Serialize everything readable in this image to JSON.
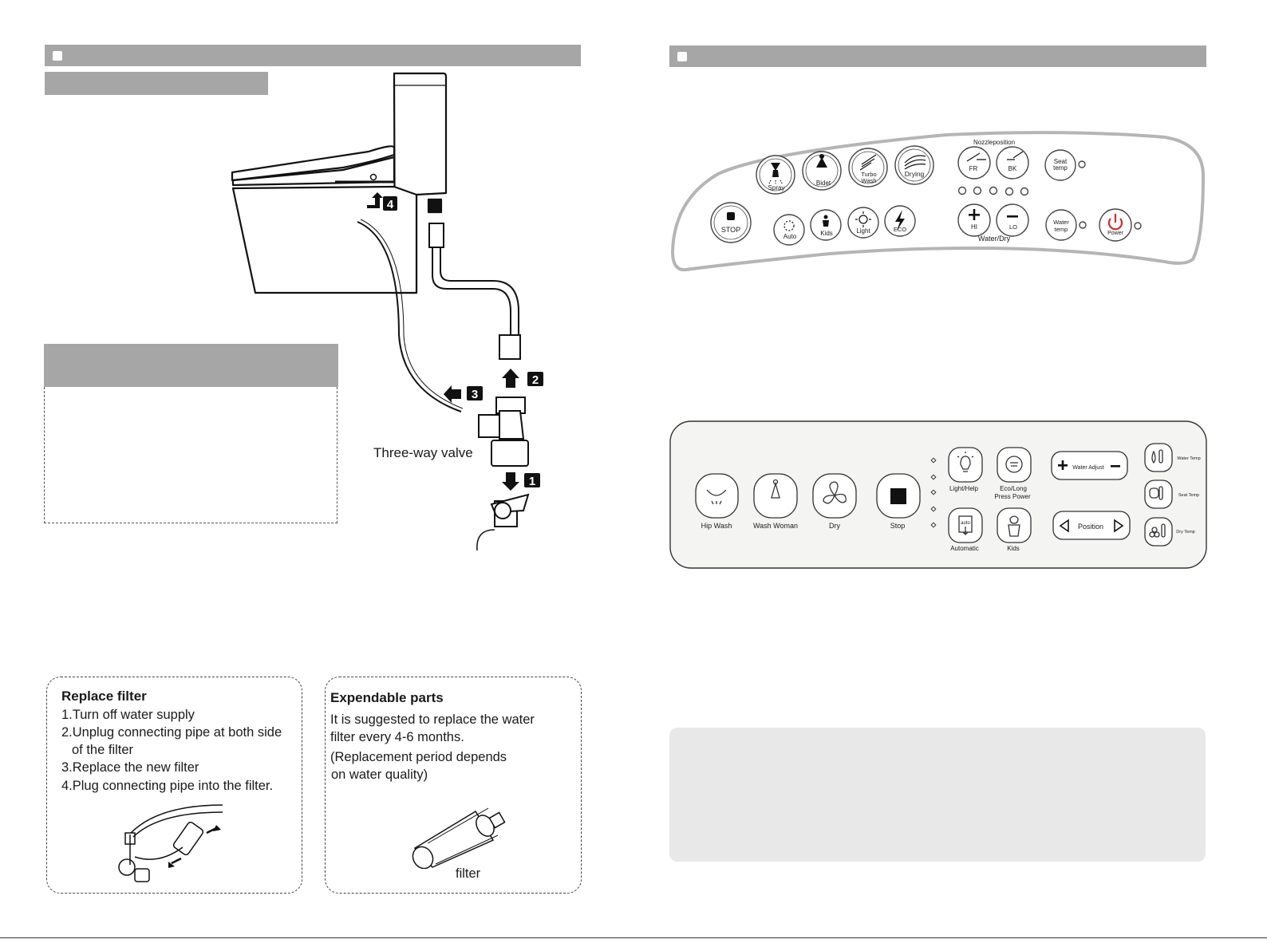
{
  "left": {
    "diagram": {
      "valve_label": "Three-way valve",
      "steps": [
        "1",
        "2",
        "3",
        "4"
      ]
    },
    "replace_filter": {
      "title": "Replace filter",
      "steps": [
        "1.Turn off water supply",
        "2.Unplug connecting pipe at both side",
        "of the filter",
        "3.Replace the new filter",
        "4.Plug connecting pipe into the filter."
      ]
    },
    "expendable": {
      "title": "Expendable parts",
      "lines": [
        "It is suggested to replace the water",
        "filter every 4-6 months.",
        "(Replacement period depends",
        "on water quality)"
      ],
      "filter_label": "filter"
    }
  },
  "panel1": {
    "nozzle_position": "Nozzleposition",
    "water_dry": "Water/Dry",
    "buttons": {
      "spray": "Spray",
      "bidet": "Bidet",
      "turbo_1": "Turbo",
      "turbo_2": "Wash",
      "drying": "Drying",
      "fr": "FR",
      "bk": "BK",
      "seat_1": "Seat",
      "seat_2": "temp",
      "stop": "STOP",
      "auto": "Auto",
      "kids": "Kids",
      "light": "Light",
      "eco": "ECO",
      "hi": "HI",
      "lo": "LO",
      "water_1": "Water",
      "water_2": "temp",
      "power": "Power"
    },
    "colors": {
      "power": "#d32a2a"
    }
  },
  "panel2": {
    "hip_wash": "Hip Wash",
    "wash_woman": "Wash Woman",
    "dry": "Dry",
    "stop": "Stop",
    "light_help": "Light/Help",
    "eco_1": "Eco/Long",
    "eco_2": "Press Power",
    "automatic": "Automatic",
    "auto_badge": "auto",
    "kids": "Kids",
    "water_adjust": "Water Adjust",
    "position": "Position",
    "water_temp": "Water Temp",
    "seat_temp": "Seat Temp",
    "dry_temp": "Dry Temp"
  }
}
